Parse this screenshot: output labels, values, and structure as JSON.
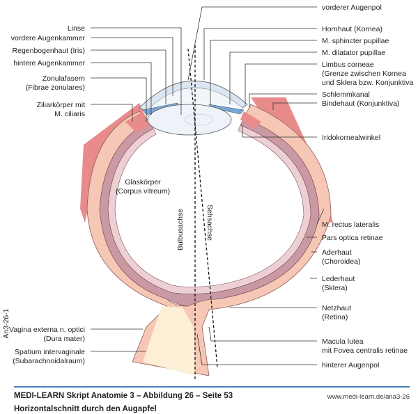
{
  "colors": {
    "sclera": "#f6c7b4",
    "choroid": "#c99aa3",
    "retina": "#edd0d3",
    "muscle": "#e98b8b",
    "iris": "#7aa6d6",
    "cornea": "#eef3fa",
    "nerve": "#fdefd6",
    "accent_rule": "#4f7fc0"
  },
  "labels_left": [
    {
      "lines": [
        "Linse"
      ]
    },
    {
      "lines": [
        "vordere Augenkammer"
      ]
    },
    {
      "lines": [
        "Regenbogenhaut (Iris)"
      ]
    },
    {
      "lines": [
        "hintere Augenkammer"
      ]
    },
    {
      "lines": [
        "Zonulafasern",
        "(Fibrae zonulares)"
      ]
    },
    {
      "lines": [
        "Ziliarkörper mit",
        "M. ciliaris"
      ]
    },
    {
      "lines": [
        "Vagina externa n. optici",
        "(Dura mater)"
      ]
    },
    {
      "lines": [
        "Spatium intervaginale",
        "(Subarachnoidalraum)"
      ]
    }
  ],
  "labels_right": [
    {
      "lines": [
        "vorderer Augenpol"
      ]
    },
    {
      "lines": [
        "Hornhaut (Kornea)"
      ]
    },
    {
      "lines": [
        "M. sphincter pupillae"
      ]
    },
    {
      "lines": [
        "M. dilatator pupillae"
      ]
    },
    {
      "lines": [
        "Limbus corneae",
        "(Grenze zwischen Kornea",
        "und Sklera bzw. Konjunktiva"
      ]
    },
    {
      "lines": [
        "Schlemmkanal"
      ]
    },
    {
      "lines": [
        "Bindehaut (Konjunktiva)"
      ]
    },
    {
      "lines": [
        "Iridokornealwinkel"
      ]
    },
    {
      "lines": [
        "M. rectus lateralis"
      ]
    },
    {
      "lines": [
        "Pars optica retinae"
      ]
    },
    {
      "lines": [
        "Aderhaut",
        "(Choroidea)"
      ]
    },
    {
      "lines": [
        "Lederhaut",
        "(Sklera)"
      ]
    },
    {
      "lines": [
        "Netzhaut",
        "(Retina)"
      ]
    },
    {
      "lines": [
        "Macula lutea",
        "mit Fovea centralis retinae"
      ]
    },
    {
      "lines": [
        "hinterer Augenpol"
      ]
    }
  ],
  "inner_labels": {
    "vitreous": [
      "Glaskörper",
      "(Corpus vitreum)"
    ],
    "bulbus_axis": "Bulbusachse",
    "visual_axis": "Sehsachse"
  },
  "figure_id": "An3-26-1",
  "footer": {
    "source": "MEDI-LEARN Skript Anatomie 3 – Abbildung 26 – Seite 53",
    "caption": "Horizontalschnitt durch den Augapfel",
    "url": "www.medi-learn.de/ana3-26"
  }
}
